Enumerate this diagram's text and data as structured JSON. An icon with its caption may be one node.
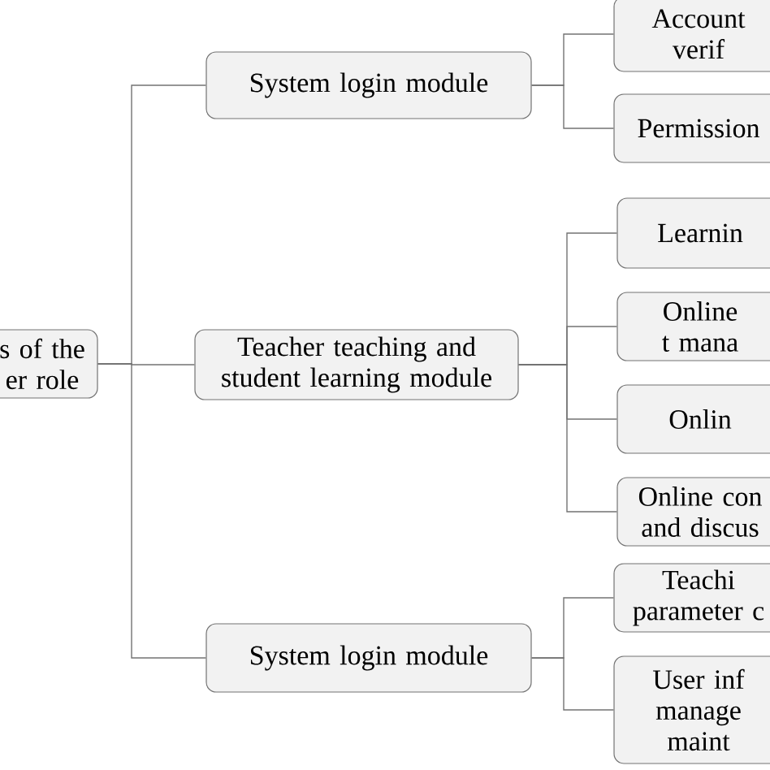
{
  "diagram": {
    "nodes": [
      {
        "text": [
          "s of the er role"
        ]
      },
      {
        "text": [
          "System login module"
        ]
      },
      {
        "text": [
          "Teacher teaching and student learning module"
        ]
      },
      {
        "text": [
          "System login module"
        ]
      },
      {
        "text": [
          "Account verif"
        ]
      },
      {
        "text": [
          "Permission"
        ]
      },
      {
        "text": [
          "Learnin"
        ]
      },
      {
        "text": [
          "Online t mana"
        ]
      },
      {
        "text": [
          "Onlin"
        ]
      },
      {
        "text": [
          "Online con and discus"
        ]
      },
      {
        "text": [
          "Teachi parameter c"
        ]
      },
      {
        "text": [
          "User inf manage maint"
        ]
      }
    ],
    "edges": [
      {
        "from": 0,
        "to": 1,
        "arrow": "none"
      },
      {
        "from": 0,
        "to": 2,
        "arrow": "none"
      },
      {
        "from": 0,
        "to": 3,
        "arrow": "none"
      },
      {
        "from": 1,
        "to": 4,
        "arrow": "none"
      },
      {
        "from": 1,
        "to": 5,
        "arrow": "none"
      },
      {
        "from": 2,
        "to": 6,
        "arrow": "none"
      },
      {
        "from": 2,
        "to": 7,
        "arrow": "none"
      },
      {
        "from": 2,
        "to": 8,
        "arrow": "none"
      },
      {
        "from": 2,
        "to": 9,
        "arrow": "none"
      },
      {
        "from": 3,
        "to": 10,
        "arrow": "none"
      },
      {
        "from": 3,
        "to": 11,
        "arrow": "none"
      }
    ]
  }
}
